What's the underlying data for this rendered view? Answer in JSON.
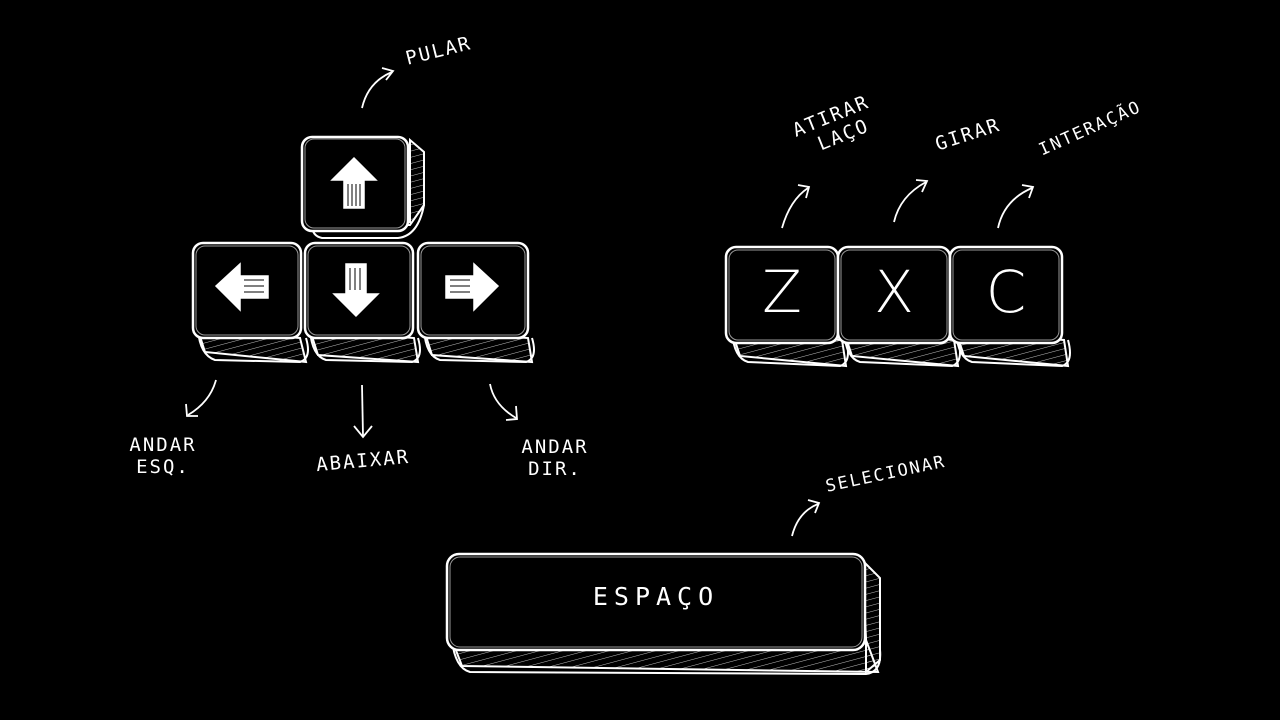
{
  "colors": {
    "background": "#000000",
    "ink": "#ffffff"
  },
  "arrow_keys": {
    "up": {
      "icon": "arrow-up-icon",
      "label": "PULAR"
    },
    "left": {
      "icon": "arrow-left-icon",
      "label_line1": "ANDAR",
      "label_line2": "ESQ."
    },
    "down": {
      "icon": "arrow-down-icon",
      "label": "ABAIXAR"
    },
    "right": {
      "icon": "arrow-right-icon",
      "label_line1": "ANDAR",
      "label_line2": "DIR."
    }
  },
  "action_keys": [
    {
      "key": "Z",
      "label_line1": "ATIRAR",
      "label_line2": "LAÇO"
    },
    {
      "key": "X",
      "label": "GIRAR"
    },
    {
      "key": "C",
      "label": "INTERAÇÃO"
    }
  ],
  "space_key": {
    "key": "ESPAÇO",
    "label": "SELECIONAR"
  }
}
